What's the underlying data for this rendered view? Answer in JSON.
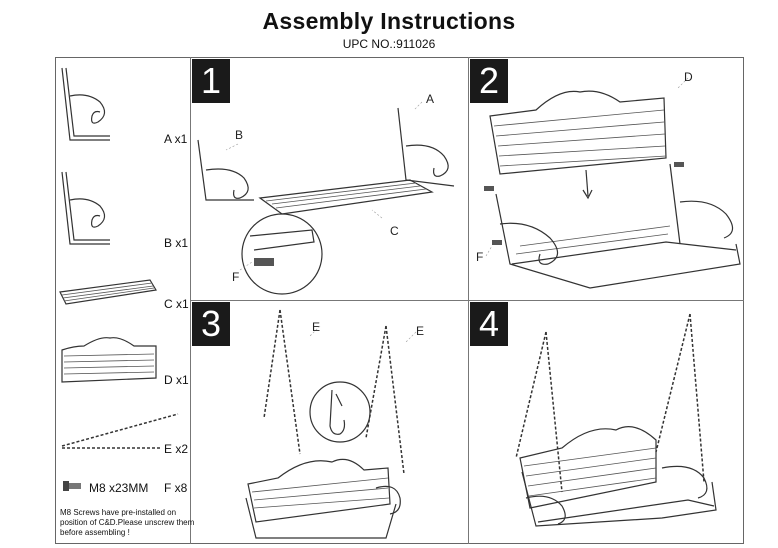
{
  "header": {
    "title": "Assembly Instructions",
    "upc": "UPC NO.:911026"
  },
  "parts": [
    {
      "label": "A x1"
    },
    {
      "label": "B x1"
    },
    {
      "label": "C x1"
    },
    {
      "label": "D x1"
    },
    {
      "label": "E x2"
    },
    {
      "label": "F x8"
    }
  ],
  "screw_spec": "M8 x23MM",
  "note": "M8 Screws have pre-installed on position of C&D.Please unscrew them before assembling !",
  "steps": [
    {
      "number": "1",
      "callouts": {
        "a": "A",
        "b": "B",
        "c": "C",
        "f": "F"
      }
    },
    {
      "number": "2",
      "callouts": {
        "d": "D",
        "f": "F"
      }
    },
    {
      "number": "3",
      "callouts": {
        "e1": "E",
        "e2": "E"
      }
    },
    {
      "number": "4"
    }
  ]
}
